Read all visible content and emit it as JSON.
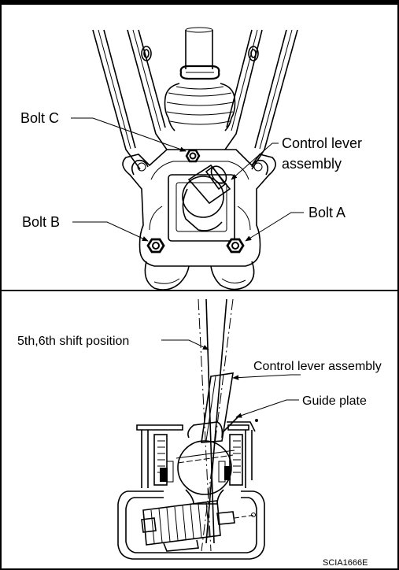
{
  "labels": {
    "bolt_c": "Bolt C",
    "control_lever_line1": "Control lever",
    "control_lever_line2": "assembly",
    "bolt_b": "Bolt B",
    "bolt_a": "Bolt A",
    "shift_position": "5th,6th shift position",
    "control_lever_assembly": "Control lever assembly",
    "guide_plate": "Guide plate",
    "figure_code": "SCIA1666E"
  }
}
